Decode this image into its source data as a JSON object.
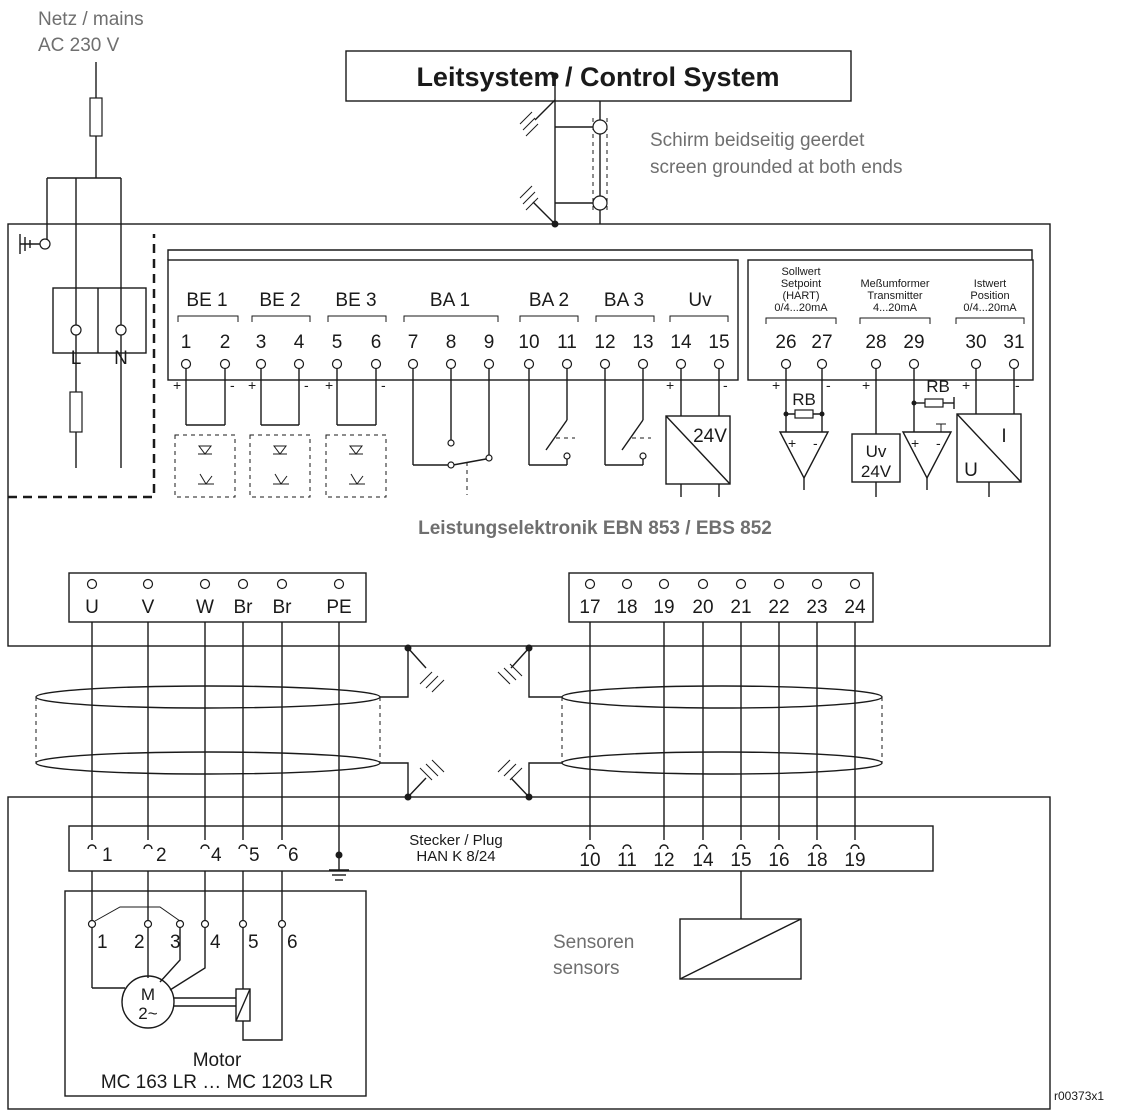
{
  "mains": {
    "line1": "Netz / mains",
    "line2": "AC 230 V"
  },
  "control_system": "Leitsystem / Control System",
  "screen_note": {
    "line1": "Schirm beidseitig geerdet",
    "line2": "screen grounded at both ends"
  },
  "power_electronics": "Leistungselektronik EBN 853 / EBS 852",
  "mains_terminals": {
    "l": "L",
    "n": "N"
  },
  "io_groups": [
    {
      "label": "BE 1",
      "pins": [
        "1",
        "2"
      ]
    },
    {
      "label": "BE 2",
      "pins": [
        "3",
        "4"
      ]
    },
    {
      "label": "BE 3",
      "pins": [
        "5",
        "6"
      ]
    },
    {
      "label": "BA 1",
      "pins": [
        "7",
        "8",
        "9"
      ]
    },
    {
      "label": "BA 2",
      "pins": [
        "10",
        "11"
      ]
    },
    {
      "label": "BA 3",
      "pins": [
        "12",
        "13"
      ]
    },
    {
      "label": "Uv",
      "pins": [
        "14",
        "15"
      ]
    }
  ],
  "supply_label": "24V",
  "analog_groups": [
    {
      "lines": [
        "Sollwert",
        "Setpoint",
        "(HART)",
        "0/4...20mA"
      ],
      "pins": [
        "26",
        "27"
      ]
    },
    {
      "lines": [
        "Meßumformer",
        "Transmitter",
        "4...20mA"
      ],
      "pins": [
        "28",
        "29"
      ]
    },
    {
      "lines": [
        "Istwert",
        "Position",
        "0/4...20mA"
      ],
      "pins": [
        "30",
        "31"
      ]
    }
  ],
  "rb_label": "RB",
  "uv_box": {
    "line1": "Uv",
    "line2": "24V"
  },
  "converter": {
    "i": "I",
    "u": "U"
  },
  "plus": "+",
  "minus": "-",
  "motor_terminals": [
    "U",
    "V",
    "W",
    "Br",
    "Br",
    "PE"
  ],
  "sensor_terminals": [
    "17",
    "18",
    "19",
    "20",
    "21",
    "22",
    "23",
    "24"
  ],
  "plug": {
    "line1": "Stecker / Plug",
    "line2": "HAN K 8/24"
  },
  "plug_motor_pins": [
    "1",
    "2",
    "4",
    "5",
    "6"
  ],
  "plug_sensor_pins": [
    "10",
    "11",
    "12",
    "14",
    "15",
    "16",
    "18",
    "19"
  ],
  "motor_pins": [
    "1",
    "2",
    "3",
    "4",
    "5",
    "6"
  ],
  "motor_symbol": {
    "line1": "M",
    "line2": "2~"
  },
  "motor_label": {
    "line1": "Motor",
    "line2": "MC 163 LR … MC 1203 LR"
  },
  "sensors": {
    "line1": "Sensoren",
    "line2": "sensors"
  },
  "ref_code": "r00373x1"
}
